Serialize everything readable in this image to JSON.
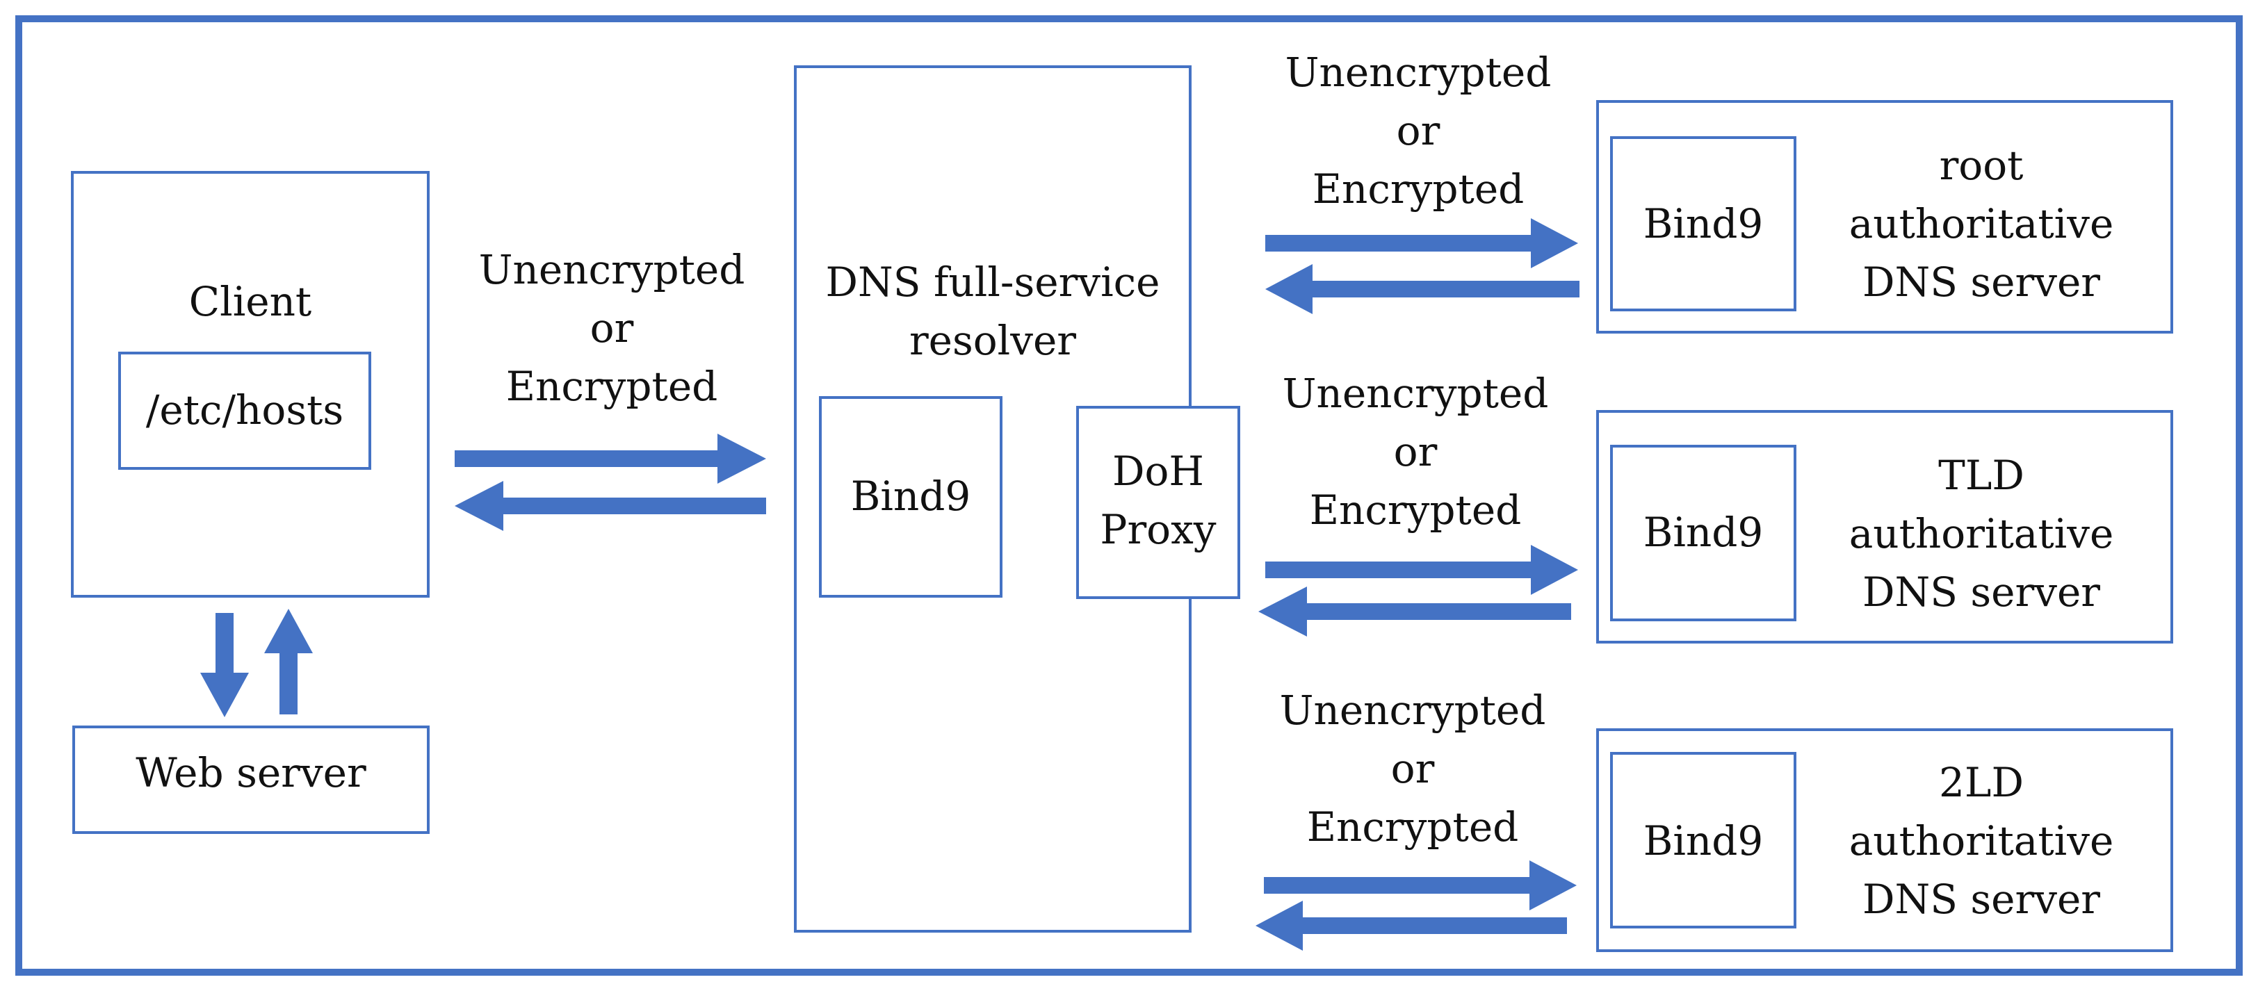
{
  "colors": {
    "accent": "#4472C4",
    "text": "#111111",
    "background": "#ffffff"
  },
  "client": {
    "title": "Client",
    "hosts_file": "/etc/hosts"
  },
  "web_server": {
    "label": "Web server"
  },
  "resolver": {
    "title_line1": "DNS full-service",
    "title_line2": "resolver",
    "bind": "Bind9",
    "doh_line1": "DoH",
    "doh_line2": "Proxy"
  },
  "link_labels": {
    "client_resolver": {
      "line1": "Unencrypted",
      "line2": "or",
      "line3": "Encrypted"
    },
    "resolver_root": {
      "line1": "Unencrypted",
      "line2": "or",
      "line3": "Encrypted"
    },
    "resolver_tld": {
      "line1": "Unencrypted",
      "line2": "or",
      "line3": "Encrypted"
    },
    "resolver_2ld": {
      "line1": "Unencrypted",
      "line2": "or",
      "line3": "Encrypted"
    }
  },
  "servers": [
    {
      "bind": "Bind9",
      "line1": "root",
      "line2": "authoritative",
      "line3": "DNS server"
    },
    {
      "bind": "Bind9",
      "line1": "TLD",
      "line2": "authoritative",
      "line3": "DNS server"
    },
    {
      "bind": "Bind9",
      "line1": "2LD",
      "line2": "authoritative",
      "line3": "DNS server"
    }
  ]
}
